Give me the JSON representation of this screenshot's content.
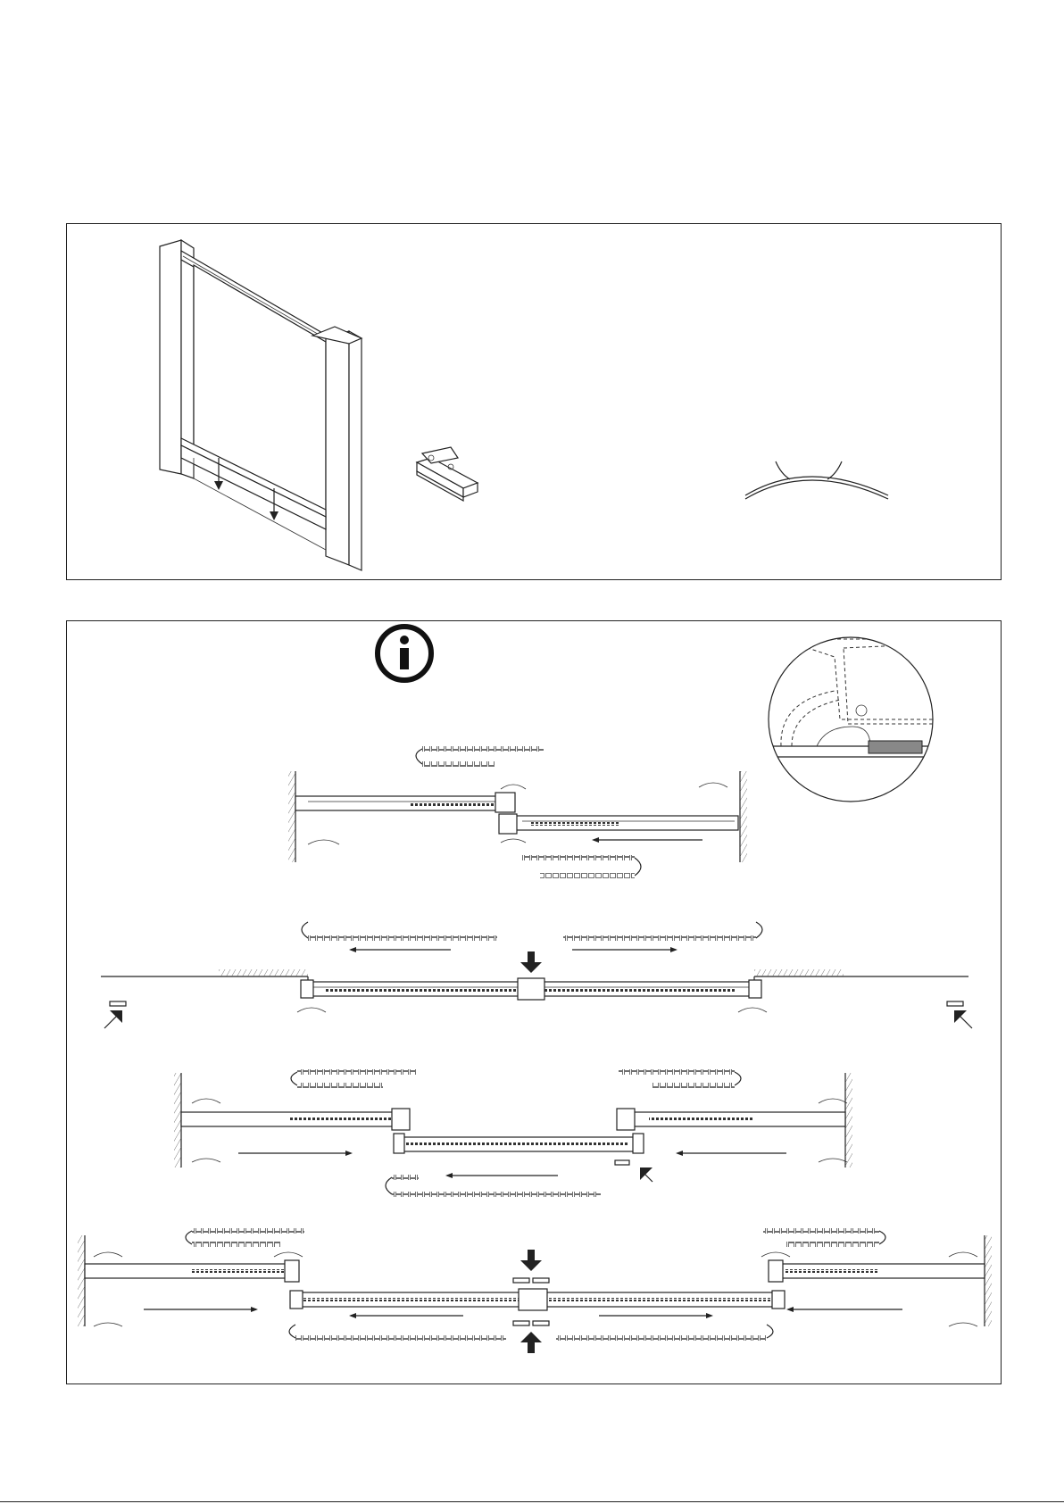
{
  "page": {
    "description_text": [],
    "icons": {
      "info": "info-icon",
      "frame": "window-frame-illustration",
      "clip": "mounting-clip-illustration",
      "spring": "leaf-spring-illustration",
      "detail": "detail-magnifier-illustration"
    },
    "colors": {
      "line": "#222222",
      "background": "#ffffff",
      "fill_dark": "#444444"
    }
  }
}
